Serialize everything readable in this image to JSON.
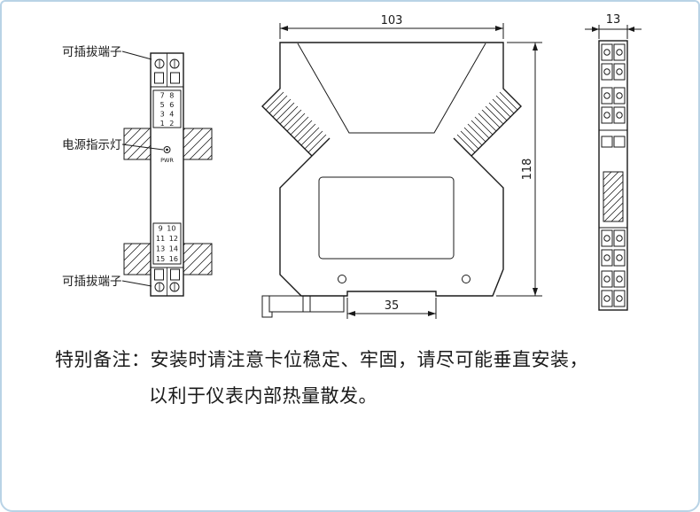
{
  "front_view": {
    "label_top_terminal": "可插拔端子",
    "label_power_led": "电源指示灯",
    "label_bottom_terminal": "可插拔端子",
    "pwr": "PWR",
    "top_terminals": [
      "7 8",
      "5 6",
      "3 4",
      "1 2"
    ],
    "bottom_terminals": [
      "9 10",
      "11 12",
      "13 14",
      "15 16"
    ]
  },
  "side_view": {
    "dim_width": "103",
    "dim_height": "118",
    "dim_bottom": "35"
  },
  "edge_view": {
    "dim_thickness": "13"
  },
  "note": {
    "label": "特别备注：",
    "line1": "安装时请注意卡位稳定、牢固，请尽可能垂直安装，",
    "line2": "以利于仪表内部热量散发。"
  },
  "colors": {
    "line": "#1a1a1a",
    "border": "#b9d3e6",
    "background": "#ffffff"
  }
}
